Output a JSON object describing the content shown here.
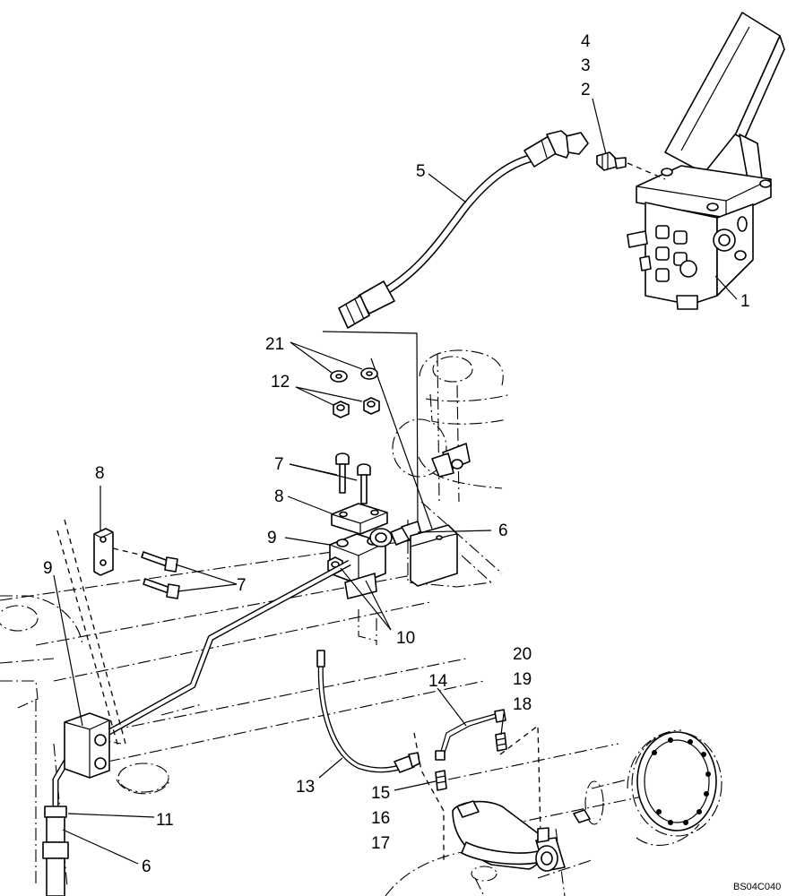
{
  "callouts": {
    "c4": "4",
    "c3": "3",
    "c2": "2",
    "c5": "5",
    "c1": "1",
    "c21": "21",
    "c12": "12",
    "c7_top": "7",
    "c8_mid": "8",
    "c6_mid": "6",
    "c9_mid": "9",
    "c10": "10",
    "c8_left": "8",
    "c9_left": "9",
    "c7_left": "7",
    "c14": "14",
    "c20": "20",
    "c19": "19",
    "c18": "18",
    "c13": "13",
    "c15": "15",
    "c16": "16",
    "c17": "17",
    "c11": "11",
    "c6_bottom": "6"
  },
  "reference_code": "BS04C040"
}
